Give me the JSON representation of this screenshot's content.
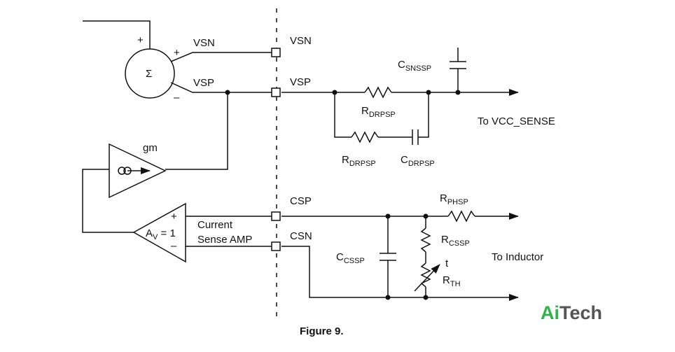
{
  "caption": "Figure 9.",
  "labels": {
    "vsn_left": "VSN",
    "vsp_left": "VSP",
    "vsn_right": "VSN",
    "vsp_right": "VSP",
    "csp": "CSP",
    "csn": "CSN",
    "gm": "gm",
    "sum_symbol": "Σ",
    "sum_plus_top": "+",
    "sum_plus_in": "+",
    "sum_minus_in": "–",
    "amp_plus": "+",
    "amp_minus": "–",
    "amp_gain_main": "A",
    "amp_gain_sub": "V",
    "amp_gain_rest": " = 1",
    "current_sense_line1": "Current",
    "current_sense_line2": "Sense AMP",
    "to_vcc_sense": "To VCC_SENSE",
    "to_inductor": "To Inductor",
    "thermistor_t": "t"
  },
  "components": {
    "c_snssp": {
      "main": "C",
      "sub": "SNSSP"
    },
    "r_drpsp_top": {
      "main": "R",
      "sub": "DRPSP"
    },
    "r_drpsp_bottom": {
      "main": "R",
      "sub": "DRPSP"
    },
    "c_drpsp": {
      "main": "C",
      "sub": "DRPSP"
    },
    "r_phsp": {
      "main": "R",
      "sub": "PHSP"
    },
    "r_cssp": {
      "main": "R",
      "sub": "CSSP"
    },
    "c_cssp": {
      "main": "C",
      "sub": "CSSP"
    },
    "r_th": {
      "main": "R",
      "sub": "TH"
    }
  },
  "logo": {
    "part1": "Ai",
    "part2": "Tech",
    "color1": "#2fb34a",
    "color2": "#555555"
  }
}
